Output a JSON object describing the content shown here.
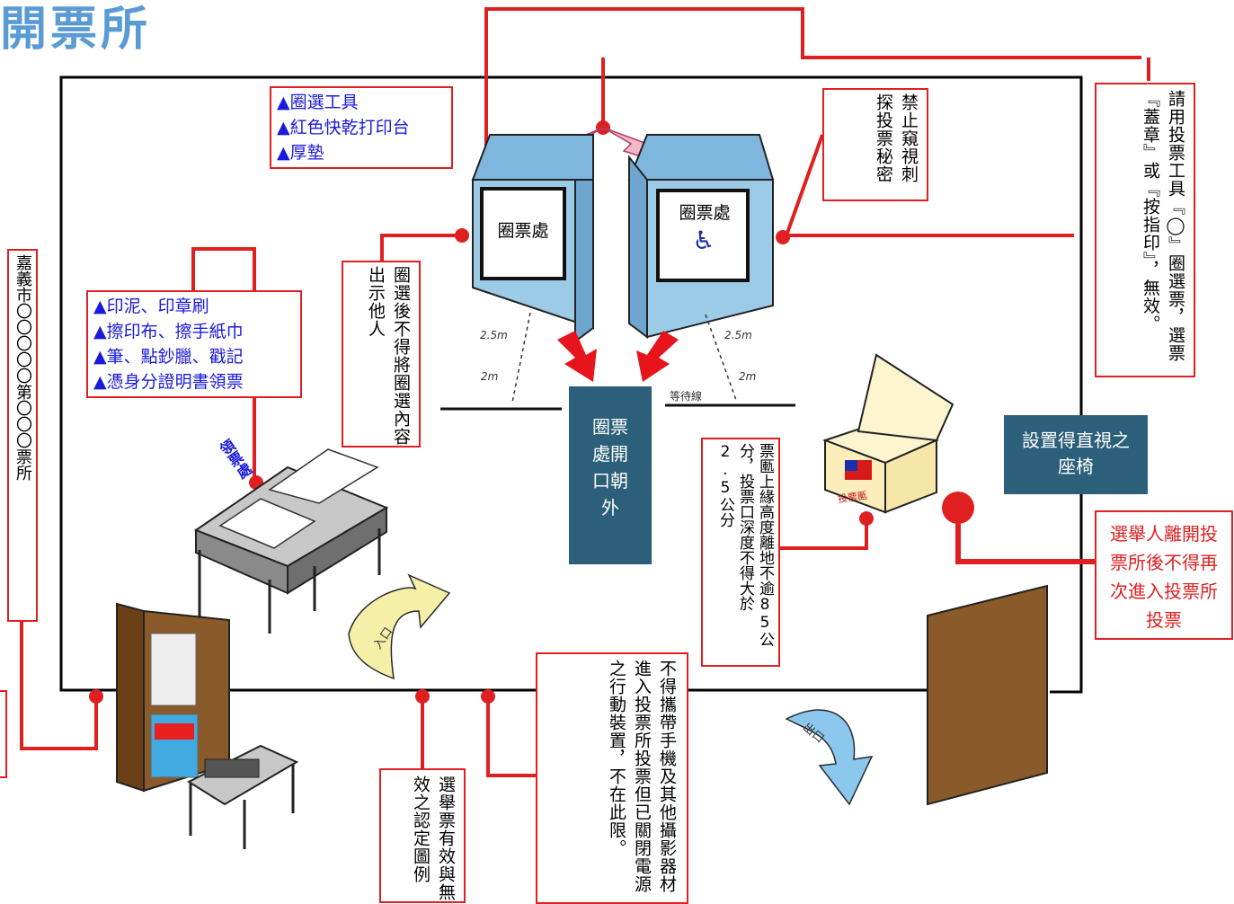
{
  "title": "開票所",
  "colors": {
    "title": "#5b9bd5",
    "callout_line": "#e02020",
    "teal_box": "#2b5f7a",
    "blue_text": "#1a1adb",
    "booth": "#9ccbe8",
    "door": "#8b5a2b"
  },
  "labels": {
    "booth_left": "圈票處",
    "booth_right": "圈票處",
    "tools_list": [
      "▲圈選工具",
      "▲紅色快乾打印台",
      "▲厚墊"
    ],
    "ballot_desk_list": [
      "▲印泥、印章刷",
      "▲擦印布、擦手紙巾",
      "▲筆、點鈔臘、戳記",
      "▲憑身分證明書領票"
    ],
    "prohibit_spy": "禁止窺視刺探投票秘密",
    "stamp_instruction": "請用投票工具『◯』圈選票，選票『蓋章』或『按指印』，無效。",
    "show_content": "圈選後不得將圈選內容出示他人",
    "booth_opening": "圈票處開口朝外",
    "ballot_box_rule": "票匭上緣高度離地不逾85公分，投票口深度不得大於2.5公分",
    "seat": "設置得直視之座椅",
    "no_reentry": "選舉人離開投票所後不得再次進入投票所投票",
    "station_name": "嘉義市〇〇〇〇〇第〇〇〇票所",
    "no_phone": "不得攜帶手機及其他攝影器材進入投票所投票但已關閉電源之行動裝置，不在此限。",
    "valid_invalid": "選舉票有效與無效之認定圖例",
    "ticket_desk": "領票處",
    "distance_left_top": "2.5m",
    "distance_left_bottom": "2m",
    "distance_right_top": "2.5m",
    "distance_right_bottom": "2m",
    "wait_line": "等待線",
    "entrance": "入口",
    "exit": "出口",
    "ballot_box_label": "投票匭"
  }
}
